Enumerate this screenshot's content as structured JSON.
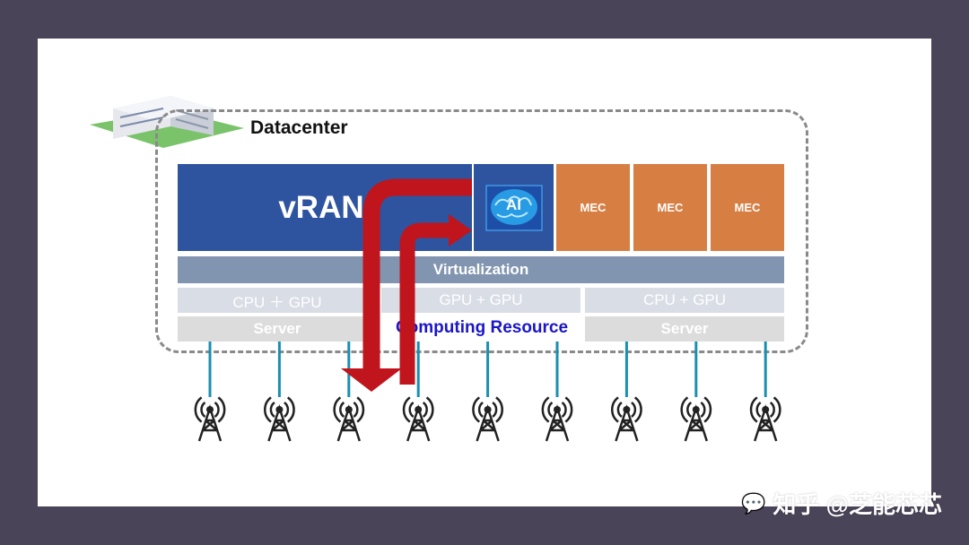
{
  "datacenter": {
    "title": "Datacenter"
  },
  "compute": {
    "vran_label": "vRAN",
    "ai_label": "AI",
    "mec_labels": [
      "MEC",
      "MEC",
      "MEC"
    ],
    "virtualization_label": "Virtualization",
    "processors": [
      "CPU ＋ GPU",
      "GPU + GPU",
      "CPU + GPU"
    ],
    "servers": [
      "Server",
      "Server"
    ],
    "computing_resource_label": "Computing Resource"
  },
  "watermark": {
    "text": "知乎 @芝能芯芯"
  },
  "colors": {
    "vran": "#2e54a0",
    "mec": "#d77e43",
    "virtualization": "#8195b0",
    "arrow": "#c0151c",
    "link": "#1a8fb0",
    "computing_resource_text": "#1a16c8"
  },
  "antenna_count": 9
}
